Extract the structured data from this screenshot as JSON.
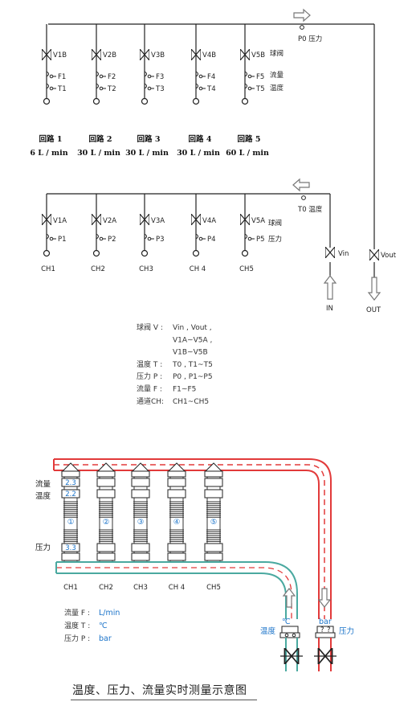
{
  "top": {
    "valves": [
      "V1B",
      "V2B",
      "V3B",
      "V4B",
      "V5B"
    ],
    "flow": [
      "F1",
      "F2",
      "F3",
      "F4",
      "F5"
    ],
    "temp": [
      "T1",
      "T2",
      "T3",
      "T4",
      "T5"
    ],
    "loops": [
      "回路 1",
      "回路 2",
      "回路 3",
      "回路 4",
      "回路 5"
    ],
    "rates": [
      "6 L / min",
      "30 L / min",
      "30 L / min",
      "30 L / min",
      "60 L / min"
    ],
    "side_labels": [
      "球阀",
      "流量",
      "温度"
    ],
    "sensor": "P0 压力"
  },
  "mid": {
    "valves": [
      "V1A",
      "V2A",
      "V3A",
      "V4A",
      "V5A"
    ],
    "pressure": [
      "P1",
      "P2",
      "P3",
      "P4",
      "P5"
    ],
    "channels": [
      "CH1",
      "CH2",
      "CH3",
      "CH 4",
      "CH5"
    ],
    "side_labels": [
      "球阀",
      "压力"
    ],
    "sensor": "T0 温度",
    "vin": "Vin",
    "vout": "Vout",
    "in_label": "IN",
    "out_label": "OUT"
  },
  "legend": [
    [
      "球阀 V :",
      "Vin , Vout ,"
    ],
    [
      "",
      "V1A~V5A ,"
    ],
    [
      "",
      "V1B~V5B"
    ],
    [
      "温度 T :",
      "T0 , T1~T5"
    ],
    [
      "压力 P :",
      "P0 , P1~P5"
    ],
    [
      "流量 F :",
      "F1~F5"
    ],
    [
      "通道CH:",
      "CH1~CH5"
    ]
  ],
  "bottom": {
    "left_labels": [
      "流量",
      "温度",
      "压力"
    ],
    "flow_reading": "2.3",
    "temp_reading": "2.2",
    "pressure_reading": "3.3",
    "circled": [
      "①",
      "②",
      "③",
      "④",
      "⑤"
    ],
    "channels": [
      "CH1",
      "CH2",
      "CH3",
      "CH 4",
      "CH5"
    ],
    "units": [
      [
        "流量 F :",
        "L/min"
      ],
      [
        "温度 T :",
        "℃"
      ],
      [
        "压力 P :",
        "bar"
      ]
    ],
    "temp_label": "温度",
    "temp_unit": "℃",
    "pressure_label": "压力",
    "pressure_unit": "bar"
  },
  "caption": "温度、压力、流量实时测量示意图",
  "colors": {
    "red": "#e23a3a",
    "teal": "#4aa9a0",
    "blue": "#1a73c9"
  }
}
